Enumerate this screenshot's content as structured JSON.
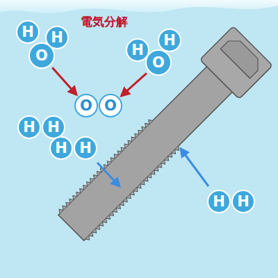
{
  "diagram": {
    "title": "電気分解",
    "nodes": [
      {
        "text": [
          "H"
        ]
      },
      {
        "text": [
          "O"
        ]
      },
      {
        "text": [
          "H"
        ]
      },
      {
        "text": [
          "H"
        ]
      },
      {
        "text": [
          "O"
        ]
      },
      {
        "text": [
          "H"
        ]
      },
      {
        "text": [
          "O"
        ]
      },
      {
        "text": [
          "O"
        ]
      },
      {
        "text": [
          "H"
        ]
      },
      {
        "text": [
          "H"
        ]
      },
      {
        "text": [
          "H"
        ]
      },
      {
        "text": [
          "H"
        ]
      },
      {
        "text": [
          "H"
        ]
      },
      {
        "text": [
          "H"
        ]
      }
    ],
    "edges": [
      {
        "from": 1,
        "to": 6,
        "arrow": "to"
      },
      {
        "from": 4,
        "to": 7,
        "arrow": "to"
      }
    ]
  }
}
